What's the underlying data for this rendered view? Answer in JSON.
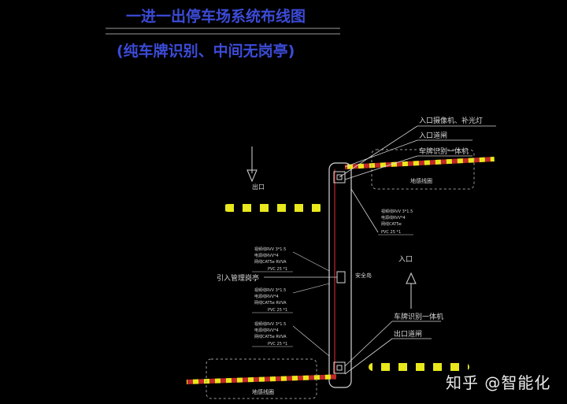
{
  "title": {
    "line1": "一进一出停车场系统布线图",
    "line2": "(纯车牌识别、中间无岗亭)"
  },
  "labels": {
    "entrance_camera": "入口摄像机、补光灯",
    "entrance_barrier": "入口道闸",
    "plate_unit_top": "车牌识别一体机",
    "ground_loop_top": "地感线圈",
    "exit_arrow": "出口",
    "entrance_arrow": "入口",
    "booth": "引入管理岗亭",
    "island": "安全岛",
    "plate_unit_bottom": "车牌识别一体机",
    "exit_barrier": "出口道闸",
    "ground_loop_bottom": "地感线圈"
  },
  "cables": {
    "top": [
      "视频线RVV 3*1.5",
      "电源线RVV*4",
      "网线CAT5e",
      "PVC 25 *1"
    ],
    "mid_a": [
      "视频线RVV 3*1.5",
      "电源线RVV*4",
      "网线CAT5e RVVA",
      "PVC 25 *1"
    ],
    "mid_b": [
      "视频线RVV 3*1.5",
      "电源线RVV*4",
      "网线CAT5e RVVA",
      "PVC 25 *1"
    ],
    "mid_c": [
      "视频线RVV 3*1.5",
      "电源线RVV*4",
      "网线CAT5e RVVA",
      "PVC 25 *1"
    ]
  },
  "watermark": "知乎 @智能化",
  "colors": {
    "title": "#3c4bd8",
    "line": "#d6d6d6",
    "red": "#c0282a",
    "yellow": "#e8e81c",
    "black_stripe": "#000000"
  }
}
